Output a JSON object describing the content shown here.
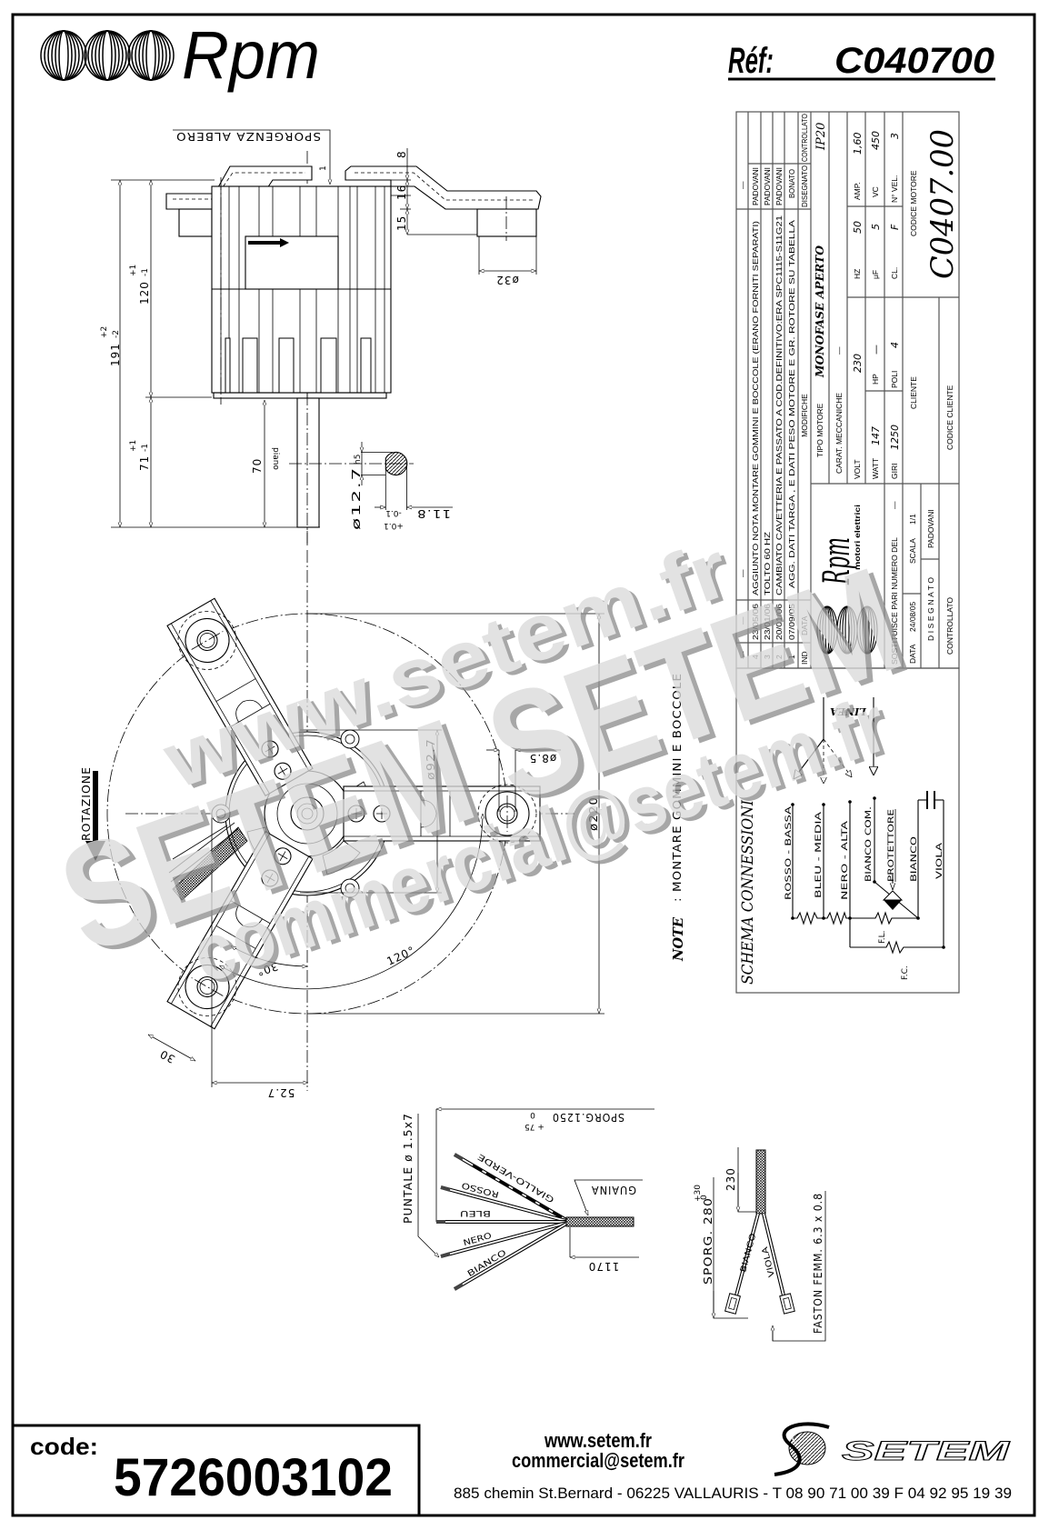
{
  "header": {
    "brand": "Rpm",
    "ref_label": "Réf:",
    "ref_value": "C040700"
  },
  "side_view": {
    "sporgenza_albero": "SPORGENZA ALBERO",
    "protrusion": "1",
    "overall_length": "191",
    "overall_tol_plus": "+2",
    "overall_tol_minus": "-2",
    "body_length": "120",
    "body_tol_plus": "+1",
    "body_tol_minus": "-1",
    "shaft_length": "71",
    "shaft_tol_plus": "+1",
    "shaft_tol_minus": "-1",
    "flat_length": "70",
    "flat_label": "piano",
    "shaft_diameter": "ø12.7",
    "shaft_fit": "h5",
    "flat_depth": "11.8",
    "flat_tol_plus": "+0.1",
    "flat_tol_minus": "-0.1",
    "bracket_dim_1": "8",
    "bracket_dim_2": "16",
    "bracket_dim_3": "15",
    "foot_diameter": "ø32"
  },
  "bottom_view": {
    "rotation_label": "ROTAZIONE",
    "mount_circle_diameter": "ø220",
    "motor_diameter": "ø92.7",
    "hole_diameter": "ø8.5",
    "arm_angle": "120°",
    "offset_angle": "30°",
    "arm_width": "30",
    "arm_offset": "52.7"
  },
  "note": {
    "label": "NOTE",
    "text": ":  MONTARE GOMMINI E BOCCOLE"
  },
  "harness_main": {
    "length_label": "SPORG.1250",
    "length_tol_plus": "+ 75",
    "length_tol_minus": "0",
    "terminal_label": "PUNTALE ø 1.5x7",
    "sheath_label": "GUAINA",
    "sheath_length": "1170",
    "wires": [
      "GIALLO-VERDE",
      "ROSSO",
      "BLEU",
      "NERO",
      "BIANCO"
    ]
  },
  "harness_capacitor": {
    "sheath_length": "230",
    "length_label": "SPORG. 280",
    "length_tol_plus": "+30",
    "length_tol_minus": "0",
    "connector_label": "FASTON FEMM. 6.3 x 0.8",
    "wires": [
      "BIANCO",
      "VIOLA"
    ]
  },
  "schema": {
    "title": "SCHEMA CONNESSIONI",
    "line_label": "LINEA",
    "labels": [
      "ROSSO - BASSA",
      "BLEU - MEDIA",
      "NERO - ALTA",
      "BIANCO COM.",
      "PROTETTORE",
      "BIANCO",
      "VIOLA"
    ],
    "fl_label": "F.L.",
    "fc_label": "F.C."
  },
  "title_block": {
    "revision_headers": {
      "ind": "IND",
      "date": "DATA",
      "change": "MODIFICHE",
      "drawn": "DISEGNATO",
      "checked": "CONTROLLATO"
    },
    "revisions": [
      {
        "ind": "—",
        "date": "—",
        "change": "—",
        "drawn": "—"
      },
      {
        "ind": "4",
        "date": "23/05/06",
        "change": "AGGIUNTO NOTA MONTARE GOMMINI E BOCCOLE (ERANO FORNITI SEPARATI)",
        "drawn": "PADOVANI"
      },
      {
        "ind": "3",
        "date": "23/01/06",
        "change": "TOLTO 60 HZ",
        "drawn": "PADOVANI"
      },
      {
        "ind": "2",
        "date": "20/01/06",
        "change": "CAMBIATO CAVETTERIA E PASSATO A COD.DEFINITIVO:ERA SPC1115-S11G21",
        "drawn": "PADOVANI"
      },
      {
        "ind": "1",
        "date": "07/09/05",
        "change": "AGG. DATI TARGA , E DATI PESO MOTORE E GR. ROTORE SU TABELLA",
        "drawn": "BONATO"
      }
    ],
    "company": {
      "brand": "Rpm",
      "tagline": "motori elettrici"
    },
    "replaces_label": "SOSTITUISCE PARI NUMERO DEL",
    "replaces_value": "—",
    "date_label": "DATA",
    "date_value": "24/08/05",
    "scale_label": "SCALA",
    "scale_value": "1/1",
    "drawn_label": "DISEGNATO",
    "drawn_value": "PADOVANI",
    "checked_label": "CONTROLLATO",
    "motor_type_label": "TIPO MOTORE",
    "motor_type_value": "MONOFASE APERTO",
    "protection": "IP20",
    "mech_label": "CARAT. MECCANICHE",
    "mech_value": "—",
    "specs": {
      "volt_label": "VOLT",
      "volt": "230",
      "hz_label": "HZ",
      "hz": "50",
      "amp_label": "AMP.",
      "amp": "1,60",
      "watt_label": "WATT",
      "watt": "147",
      "hp_label": "HP",
      "hp": "—",
      "uf_label": "μF",
      "uf": "5",
      "vc_label": "VC",
      "vc": "450",
      "giri_label": "GIRI",
      "giri": "1250",
      "poli_label": "POLI",
      "poli": "4",
      "cl_label": "CL.",
      "cl": "F",
      "vel_label": "N° VEL.",
      "vel": "3"
    },
    "client_label": "CLIENTE",
    "client_code_label": "CODICE CLIENTE",
    "motor_code_label": "CODICE MOTORE",
    "motor_code": "C0407.00"
  },
  "footer": {
    "code_label": "code:",
    "code_value": "5726003102",
    "website": "www.setem.fr",
    "email": "commercial@setem.fr",
    "address": "885 chemin St.Bernard  -  06225 VALLAURIS  -  T 08 90 71 00 39   F 04 92 95 19 39",
    "company": "SETEM"
  },
  "watermark": [
    "www.setem.fr",
    "SETEM SETEM",
    "commercial@setem.fr"
  ],
  "colors": {
    "ink": "#000000",
    "frame_gray": "#555555",
    "watermark": "#d9d9d9"
  }
}
